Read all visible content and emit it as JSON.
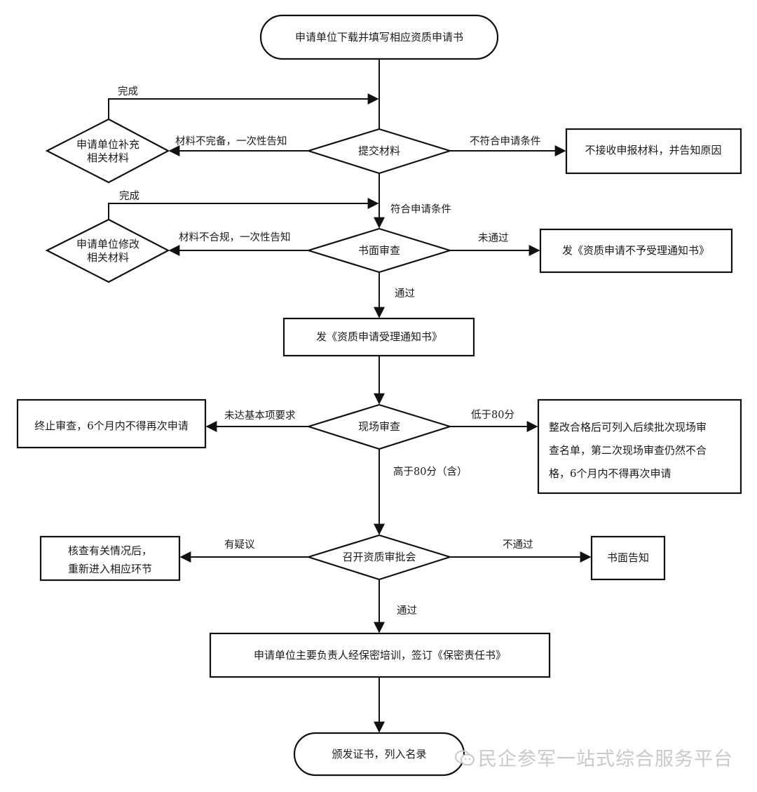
{
  "nodes": {
    "start": "申请单位下载并填写相应资质申请书",
    "submit": "提交材料",
    "supplement": [
      "申请单位补充",
      "相关材料"
    ],
    "reject_submission": "不接收申报材料，并告知原因",
    "written_review": "书面审查",
    "modify": [
      "申请单位修改",
      "相关材料"
    ],
    "not_accepted_notice": "发《资质申请不予受理通知书》",
    "accepted_notice": "发《资质申请受理通知书》",
    "onsite_review": "现场审查",
    "terminate": "终止审查，6个月内不得再次申请",
    "rectify": [
      "整改合格后可列入后续批次现场审",
      "查名单，第二次现场审查仍然不合",
      "格，6个月内不得再次申请"
    ],
    "approval_meeting": "召开资质审批会",
    "recheck": [
      "核查有关情况后，",
      "重新进入相应环节"
    ],
    "written_notice": "书面告知",
    "training": "申请单位主要负责人经保密培训，签订《保密责任书》",
    "end": "颁发证书，列入名录"
  },
  "edges": {
    "supplement_done": "完成",
    "incomplete": "材料不完备，一次性告知",
    "not_eligible": "不符合申请条件",
    "eligible": "符合申请条件",
    "modify_done": "完成",
    "non_compliant": "材料不合规，一次性告知",
    "written_failed": "未通过",
    "written_passed": "通过",
    "basic_not_met": "未达基本项要求",
    "below_80": "低于80分",
    "above_80": "高于80分（含）",
    "doubt": "有疑议",
    "meeting_failed": "不通过",
    "meeting_passed": "通过"
  },
  "watermark": {
    "icon": "wechat-icon",
    "text": "民企参军一站式综合服务平台"
  }
}
